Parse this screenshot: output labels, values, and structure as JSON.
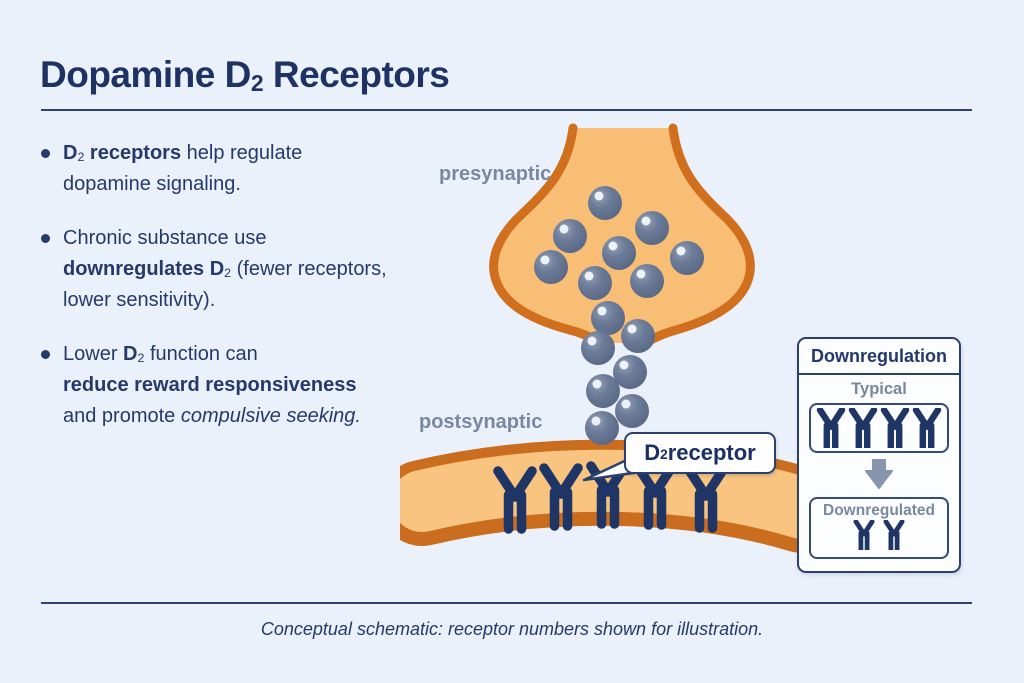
{
  "title": {
    "pre": "Dopamine D",
    "sub": "2",
    "post": " Receptors"
  },
  "bullets": [
    {
      "segments": [
        {
          "t": "D",
          "b": true
        },
        {
          "t": "2",
          "b": true,
          "sub": true
        },
        {
          "t": " receptors",
          "b": true
        },
        {
          "t": " help regulate"
        },
        {
          "br": true
        },
        {
          "t": "dopamine signaling."
        }
      ]
    },
    {
      "segments": [
        {
          "t": "Chronic substance use"
        },
        {
          "br": true
        },
        {
          "t": "downregulates D",
          "b": true
        },
        {
          "t": "2",
          "b": true,
          "sub": true
        },
        {
          "t": " (fewer receptors,"
        },
        {
          "br": true
        },
        {
          "t": "lower sensitivity)."
        }
      ]
    },
    {
      "segments": [
        {
          "t": "Lower "
        },
        {
          "t": "D",
          "b": true
        },
        {
          "t": "2",
          "b": true,
          "sub": true
        },
        {
          "t": " function can"
        },
        {
          "br": true
        },
        {
          "t": "reduce reward responsiveness",
          "b": true
        },
        {
          "br": true
        },
        {
          "t": "and promote "
        },
        {
          "t": "compulsive seeking.",
          "i": true
        }
      ]
    }
  ],
  "diagram": {
    "presynaptic_label": "presynaptic",
    "postsynaptic_label": "postsynaptic",
    "receptor_callout": {
      "pre": "D",
      "sub": "2",
      "post": " receptor"
    },
    "membrane_receptor_count": 5,
    "vesicles_in_terminal": 8,
    "vesicles_in_cleft": 7
  },
  "panel": {
    "title": "Downregulation",
    "typical_label": "Typical",
    "typical_count": 4,
    "downregulated_label": "Downregulated",
    "downregulated_count": 2,
    "arrow_icon": "down-arrow"
  },
  "caption": "Conceptual schematic: receptor numbers shown for illustration.",
  "colors": {
    "background": "#EBF1FA",
    "accent_navy": "#1E3263",
    "label_gray": "#7A87A1",
    "synapse_orange": "#F8BE75",
    "synapse_orange_border": "#D0701E",
    "vesicle_slate": "#687794",
    "receptor_navy": "#1E3566",
    "arrow_gray": "#8795AD"
  }
}
